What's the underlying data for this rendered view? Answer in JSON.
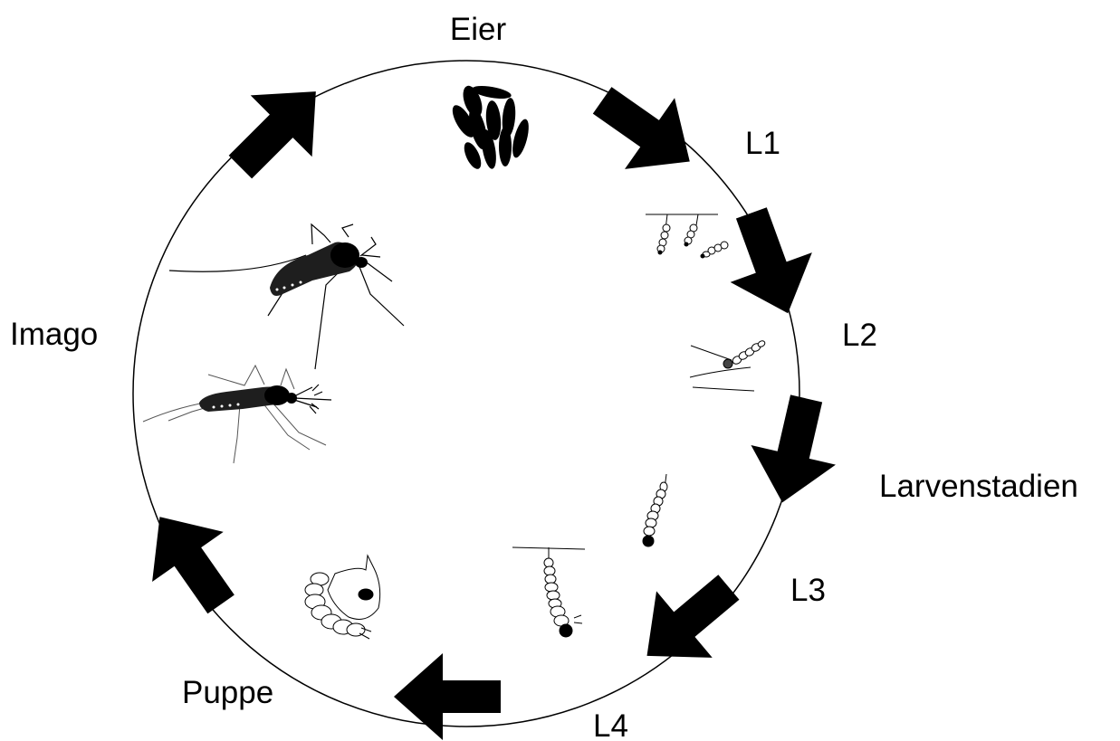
{
  "diagram": {
    "labels": {
      "eggs": "Eier",
      "l1": "L1",
      "l2": "L2",
      "larval_stages": "Larvenstadien",
      "l3": "L3",
      "l4": "L4",
      "pupa": "Puppe",
      "adult": "Imago"
    },
    "colors": {
      "ink": "#000000",
      "background": "#ffffff",
      "adult_body": "#1e1e1e",
      "leg_grey": "#555555"
    },
    "icons": {
      "eggs": "egg-cluster-icon",
      "l1": "first-instar-larvae-icon",
      "l2": "second-instar-larva-icon",
      "l3": "third-instar-larva-icon",
      "l4": "fourth-instar-larva-icon",
      "pupa": "pupa-icon",
      "adult_top": "resting-mosquito-icon",
      "adult_bottom": "flying-mosquito-icon",
      "arrow": "cycle-arrow-icon"
    }
  }
}
